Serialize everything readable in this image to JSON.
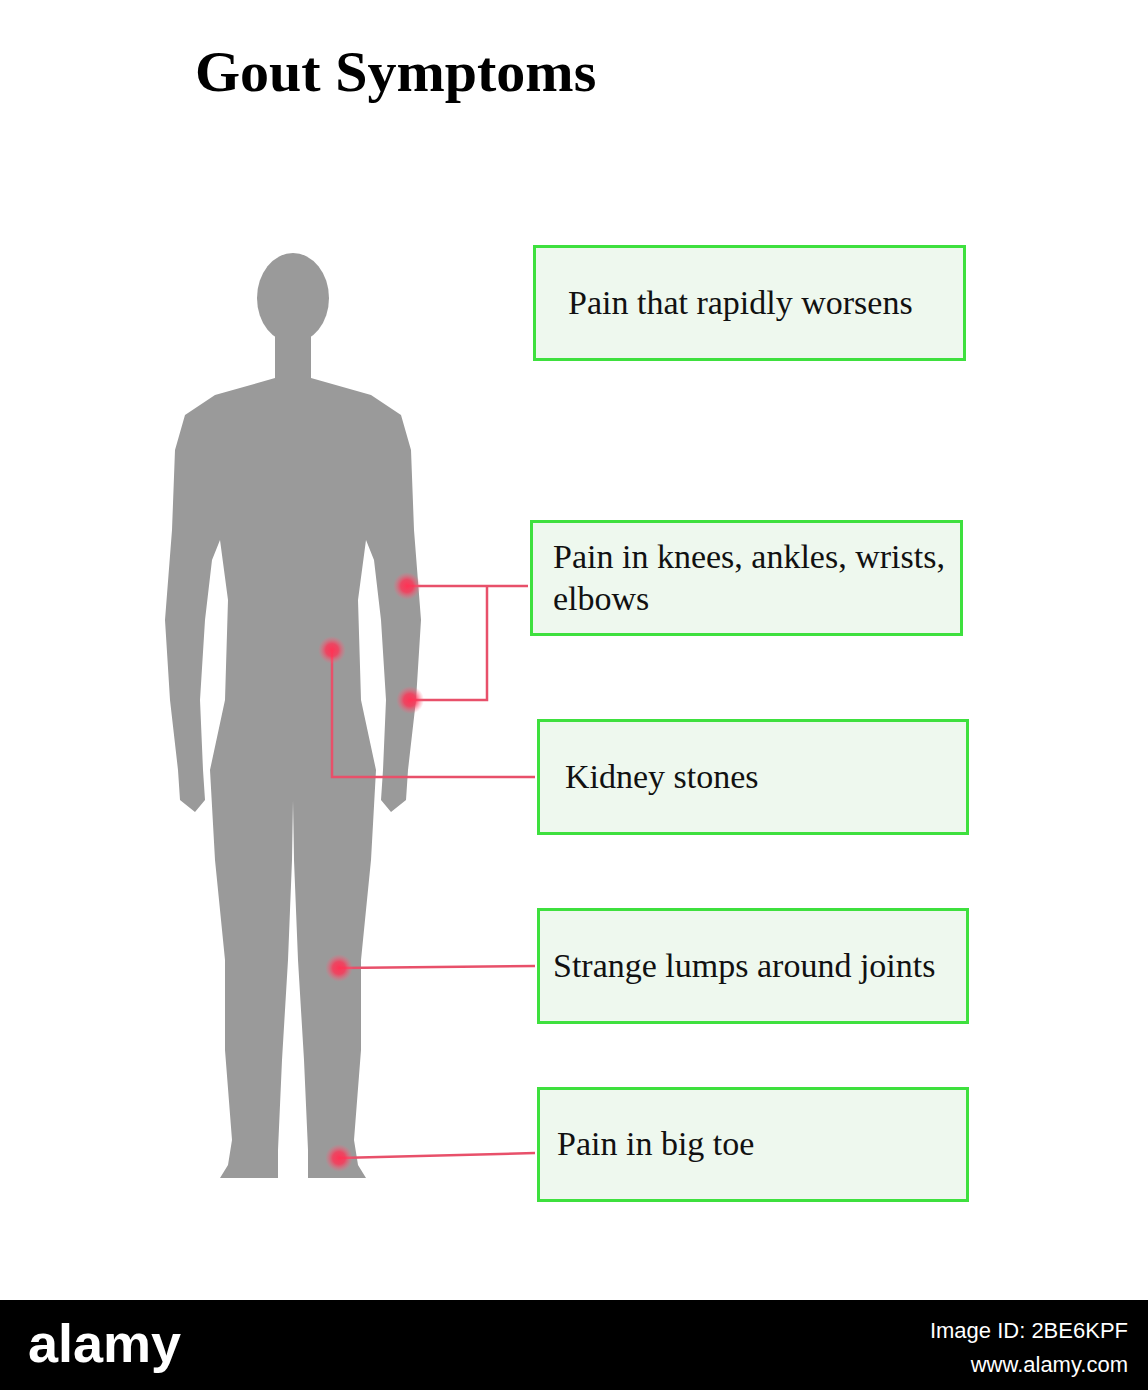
{
  "diagram": {
    "title": "Gout Symptoms",
    "nodes": [
      {
        "text": [
          "Pain that rapidly worsens"
        ]
      },
      {
        "text": [
          "Pain in knees, ankles, wrists, elbows"
        ]
      },
      {
        "text": [
          "Kidney stones"
        ]
      },
      {
        "text": [
          "Strange lumps around joints"
        ]
      },
      {
        "text": [
          "Pain in big toe"
        ]
      }
    ],
    "labels": [
      "alamy",
      "Image ID: 2BE6KPF",
      "www.alamy.com"
    ]
  }
}
